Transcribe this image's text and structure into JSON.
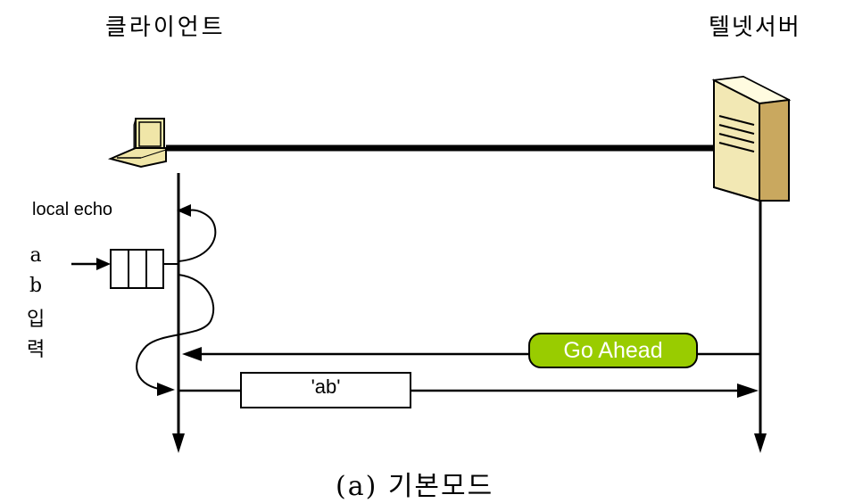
{
  "client_title": "클라이언트",
  "server_title": "텔넷서버",
  "local_echo": "local echo",
  "input_chars": [
    "a",
    "b",
    "입",
    "력"
  ],
  "go_ahead": "Go Ahead",
  "data_label": "'ab'",
  "caption": "(a) 기본모드",
  "colors": {
    "go_ahead_fill": "#99cc00",
    "laptop_screen": "#f0e6a8",
    "server_body": "#f2e8b4"
  }
}
